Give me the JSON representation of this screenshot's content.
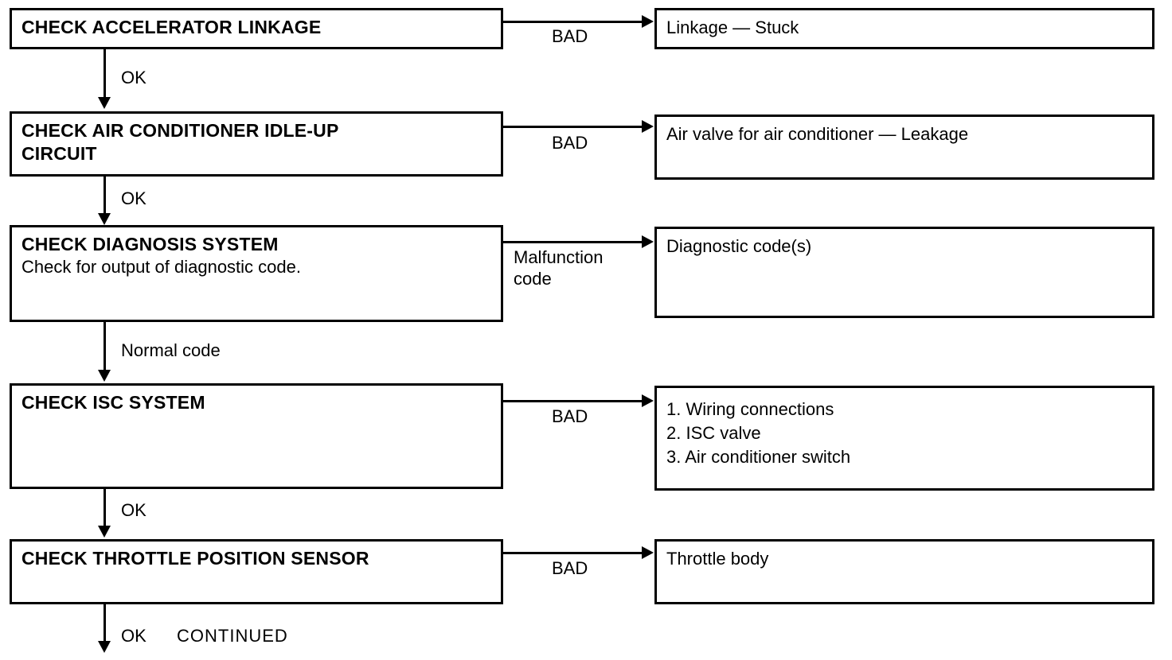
{
  "diagram": {
    "type": "troubleshooting-flowchart",
    "title_text": "",
    "orientation": "top-to-bottom",
    "colors": {
      "line": "#000000",
      "background": "#ffffff",
      "text": "#000000"
    },
    "steps": [
      {
        "id": "step-1",
        "title": "CHECK ACCELERATOR LINKAGE",
        "subtitle": "",
        "branch_label": "BAD",
        "result": "Linkage — Stuck",
        "pass_label": "OK"
      },
      {
        "id": "step-2",
        "title": "CHECK AIR CONDITIONER IDLE-UP\nCIRCUIT",
        "subtitle": "",
        "branch_label": "BAD",
        "result": "Air valve for air conditioner — Leakage",
        "pass_label": "OK"
      },
      {
        "id": "step-3",
        "title": "CHECK DIAGNOSIS SYSTEM",
        "subtitle": "Check for output of diagnostic code.",
        "branch_label": "Malfunction\ncode",
        "result": "Diagnostic code(s)",
        "pass_label": "Normal code"
      },
      {
        "id": "step-4",
        "title": "CHECK ISC SYSTEM",
        "subtitle": "",
        "branch_label": "BAD",
        "result": "1. Wiring connections\n2. ISC valve\n3. Air conditioner switch",
        "pass_label": "OK"
      },
      {
        "id": "step-5",
        "title": "CHECK THROTTLE POSITION SENSOR",
        "subtitle": "",
        "branch_label": "BAD",
        "result": "Throttle body",
        "pass_label": "OK"
      }
    ],
    "footer": {
      "pass_label": "OK",
      "continued_label": "CONTINUED"
    }
  }
}
